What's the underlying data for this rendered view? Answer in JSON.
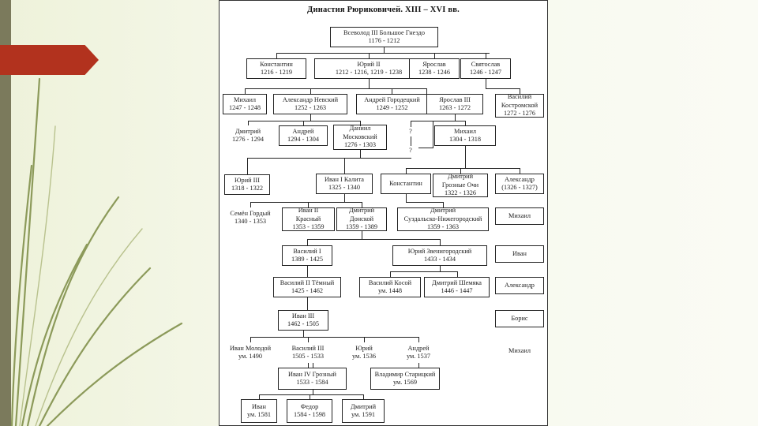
{
  "title": "Династия Рюриковичей. XIII – XVI вв.",
  "nodes": {
    "vsevolod": {
      "name": "Всеволод III Большое Гнездо",
      "dates": "1176 - 1212"
    },
    "konstantin1": {
      "name": "Константин",
      "dates": "1216 - 1219"
    },
    "yuri2": {
      "name": "Юрий II",
      "dates": "1212 - 1216, 1219 - 1238"
    },
    "yaroslav": {
      "name": "Ярослав",
      "dates": "1238 - 1246"
    },
    "svyatoslav": {
      "name": "Святослав",
      "dates": "1246 - 1247"
    },
    "mikhail1": {
      "name": "Михаил",
      "dates": "1247 - 1248"
    },
    "alexander_nevsky": {
      "name": "Александр Невский",
      "dates": "1252 - 1263"
    },
    "andrei_gorodetsky": {
      "name": "Андрей Городецкий",
      "dates": "1249 - 1252"
    },
    "yaroslav3": {
      "name": "Ярослав III",
      "dates": "1263 - 1272"
    },
    "vasily_kostromskoy": {
      "name": "Василий",
      "name2": "Костромской",
      "dates": "1272 - 1276"
    },
    "dmitry1": {
      "name": "Дмитрий",
      "dates": "1276 - 1294"
    },
    "andrei2": {
      "name": "Андрей",
      "dates": "1294 - 1304"
    },
    "daniil": {
      "name": "Даниил",
      "name2": "Московский",
      "dates": "1276 - 1303"
    },
    "q1": {
      "name": "?"
    },
    "q2": {
      "name": "?"
    },
    "mikhail2": {
      "name": "Михаил",
      "dates": "1304 - 1318"
    },
    "yuri3": {
      "name": "Юрий III",
      "dates": "1318 - 1322"
    },
    "ivan_kalita": {
      "name": "Иван I Калита",
      "dates": "1325 - 1340"
    },
    "konstantin2": {
      "name": "Константин"
    },
    "dmitry_groznye": {
      "name": "Дмитрий",
      "name2": "Грозные Очи",
      "dates": "1322 - 1326"
    },
    "alexander1": {
      "name": "Александр",
      "dates": "(1326 - 1327)"
    },
    "semen": {
      "name": "Семён Гордый",
      "dates": "1340 - 1353"
    },
    "ivan2": {
      "name": "Иван II",
      "name2": "Красный",
      "dates": "1353 - 1359"
    },
    "dmitry_donskoy": {
      "name": "Дмитрий",
      "name2": "Донской",
      "dates": "1359 - 1389"
    },
    "dmitry_suzdal": {
      "name": "Дмитрий",
      "name2": "Суздальско-Нижегородский",
      "dates": "1359 - 1363"
    },
    "mikhail3": {
      "name": "Михаил"
    },
    "vasily1": {
      "name": "Василий I",
      "dates": "1389 - 1425"
    },
    "yuri_zvenigorod": {
      "name": "Юрий Звенигородский",
      "dates": "1433 - 1434"
    },
    "ivan_r": {
      "name": "Иван"
    },
    "vasily2": {
      "name": "Василий II Тёмный",
      "dates": "1425 - 1462"
    },
    "vasily_kosoy": {
      "name": "Василий Косой",
      "dates": "ум. 1448"
    },
    "dmitry_shemyaka": {
      "name": "Дмитрий Шемяка",
      "dates": "1446 - 1447"
    },
    "alexander2": {
      "name": "Александр"
    },
    "ivan3": {
      "name": "Иван III",
      "dates": "1462 - 1505"
    },
    "boris": {
      "name": "Борис"
    },
    "ivan_molodoy": {
      "name": "Иван Молодой",
      "dates": "ум. 1490"
    },
    "vasily3": {
      "name": "Василий III",
      "dates": "1505 - 1533"
    },
    "yuri4": {
      "name": "Юрий",
      "dates": "ум. 1536"
    },
    "andrei3": {
      "name": "Андрей",
      "dates": "ум. 1537"
    },
    "mikhail4": {
      "name": "Михаил"
    },
    "ivan_grozny": {
      "name": "Иван IV Грозный",
      "dates": "1533 - 1584"
    },
    "vladimir_staritsky": {
      "name": "Владимир Старицкий",
      "dates": "ум. 1569"
    },
    "ivan_son": {
      "name": "Иван",
      "dates": "ум. 1581"
    },
    "fedor": {
      "name": "Федор",
      "dates": "1584 - 1598"
    },
    "dmitry_last": {
      "name": "Дмитрий",
      "dates": "ум. 1591"
    }
  }
}
